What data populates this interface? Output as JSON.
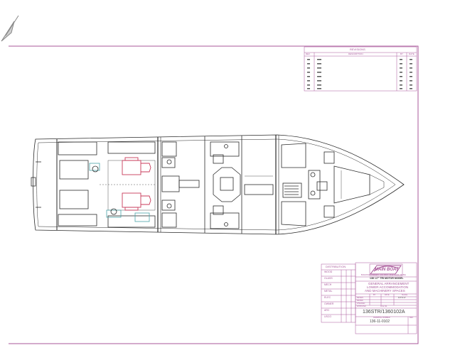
{
  "revisions": {
    "title": "REVISIONS",
    "col_rev": "REV",
    "col_description": "DESCRIPTION",
    "col_by": "BY",
    "col_date": "DATE"
  },
  "distribution": {
    "title": "DISTRIBUTION",
    "rows": [
      "WOOD",
      "GLASS",
      "MECH",
      "METAL",
      "ELEC",
      "OWNER",
      "ARC",
      "USCG"
    ]
  },
  "title_block": {
    "company": "MAIN BOAT",
    "company_address": "BUILDING COMPANY · P.O. BOX · PORTLAND, MAINE",
    "model": "136'-17\" TRI MOTOR MODEL",
    "title_lines": [
      "GENERAL ARRANGEMENT",
      "LOWER ACCOMMODATION",
      "AND MACHINERY SPACES"
    ],
    "field_labels": [
      "DESIGN",
      "DRAWN",
      "CHECKED",
      "APPROVED"
    ],
    "col_by": "BY",
    "col_date": "DATE",
    "col_scale": "SCALE",
    "scale_value": "1/4\"=1'-0\"",
    "file_label": "FILE No.",
    "file_number": "136STR/1360102A",
    "drawing_number_label": "DRAWING NUMBER",
    "drawing_number": "136-11-0102",
    "rev_label": "REV"
  },
  "colors": {
    "border": "#a8579a",
    "line": "#2a2a2a",
    "engine": "#c83a5a",
    "aux": "#4aa3a8"
  }
}
